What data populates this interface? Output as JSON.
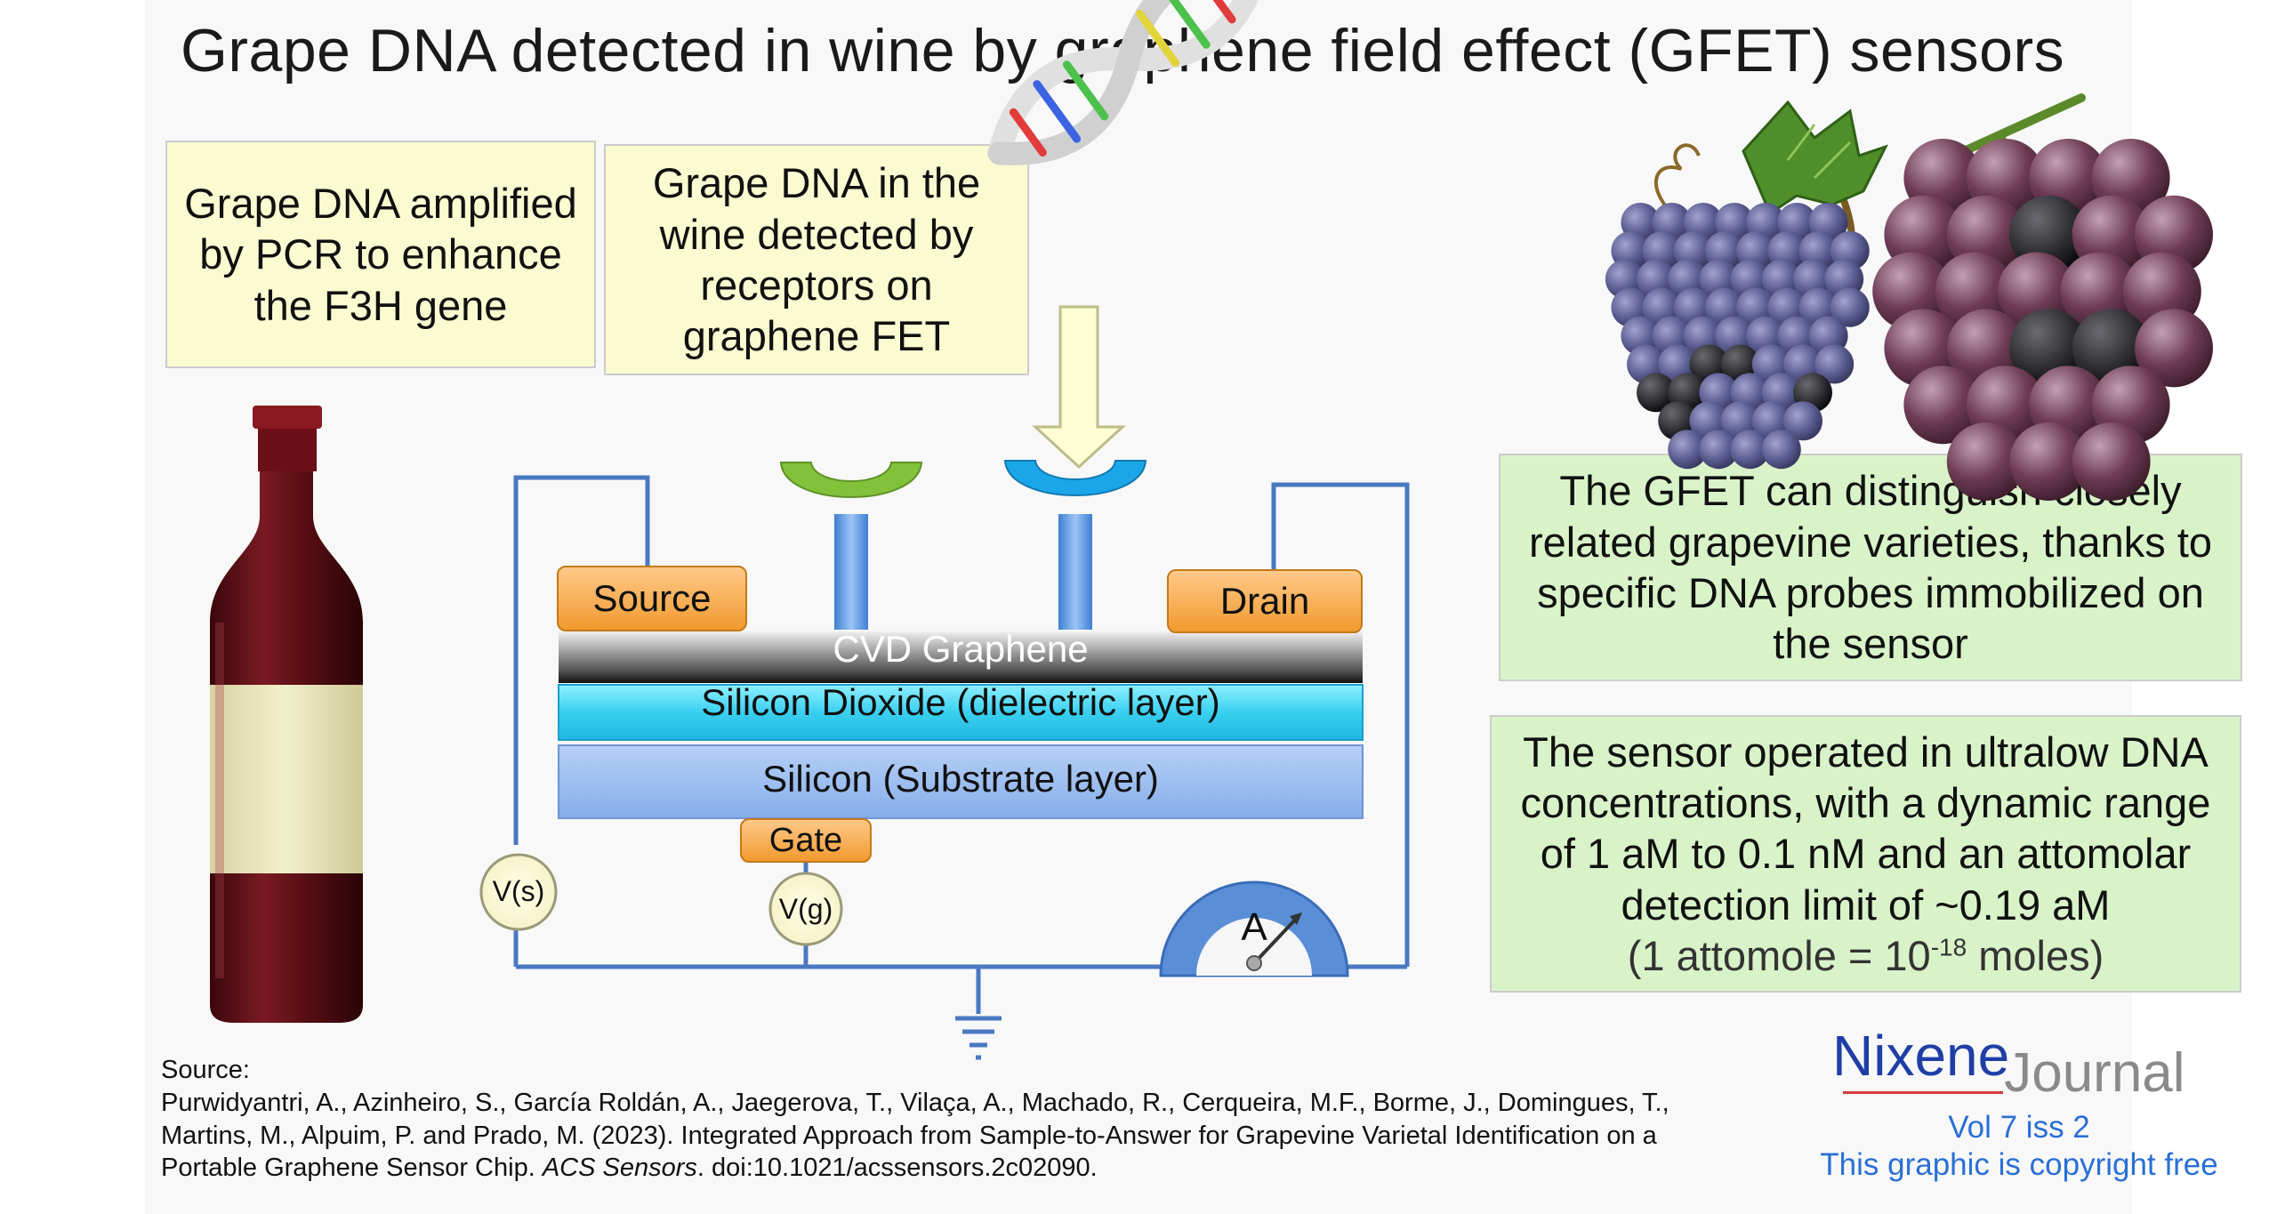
{
  "title": "Grape DNA detected in wine by graphene field effect (GFET) sensors",
  "notes": {
    "pcr": "Grape DNA amplified by PCR to enhance the F3H gene",
    "detected": "Grape DNA in the wine detected by receptors on graphene FET",
    "distinguish": "The GFET can distinguish closely related grapevine varieties, thanks to specific DNA probes immobilized on the sensor",
    "operated": "The sensor operated in ultralow DNA concentrations, with a dynamic range of 1 aM to 0.1 nM and an attomolar detection limit of ~0.19 aM",
    "attomole_prefix": "(1 attomole = 10",
    "attomole_exp": "-18",
    "attomole_suffix": " moles)"
  },
  "device": {
    "source": "Source",
    "drain": "Drain",
    "gate": "Gate",
    "graphene": "CVD Graphene",
    "dioxide": "Silicon Dioxide (dielectric layer)",
    "silicon": "Silicon (Substrate layer)",
    "vs": "V(s)",
    "vg": "V(g)",
    "ammeter": "A"
  },
  "citation": {
    "heading": "Source:",
    "line1": "Purwidyantri, A., Azinheiro, S., García Roldán, A., Jaegerova, T., Vilaça, A., Machado, R., Cerqueira, M.F., Borme, J., Domingues, T.,",
    "line2": "Martins, M., Alpuim, P. and Prado, M. (2023). Integrated Approach from Sample-to-Answer for Grapevine Varietal Identification on a",
    "line3_pre": "Portable Graphene Sensor Chip. ",
    "line3_journal": "ACS Sensors",
    "line3_post": ". doi:10.1021/acssensors.2c02090."
  },
  "brand": {
    "logo": "Nixene",
    "journal": "Journal",
    "issue": "Vol 7 iss 2",
    "copyright": "This graphic is copyright free"
  },
  "colors": {
    "note_yellow": "#fbfbd2",
    "note_green": "#d9f3c9",
    "wire": "#4a79c2",
    "pad_orange": "#f19a2e",
    "dioxide_cyan": "#39d0f0",
    "silicon_blue": "#8cb4ee",
    "graphene_grey": "#6e6e6e",
    "wine_red": "#5a0f14",
    "brand_blue": "#1f3fa6"
  },
  "icons": [
    "wine-bottle-icon",
    "dna-helix-icon",
    "grape-cluster-icon",
    "grape-bunch-icon",
    "ground-symbol-icon",
    "ammeter-icon",
    "receptor-green-icon",
    "receptor-blue-icon",
    "down-arrow-icon"
  ]
}
